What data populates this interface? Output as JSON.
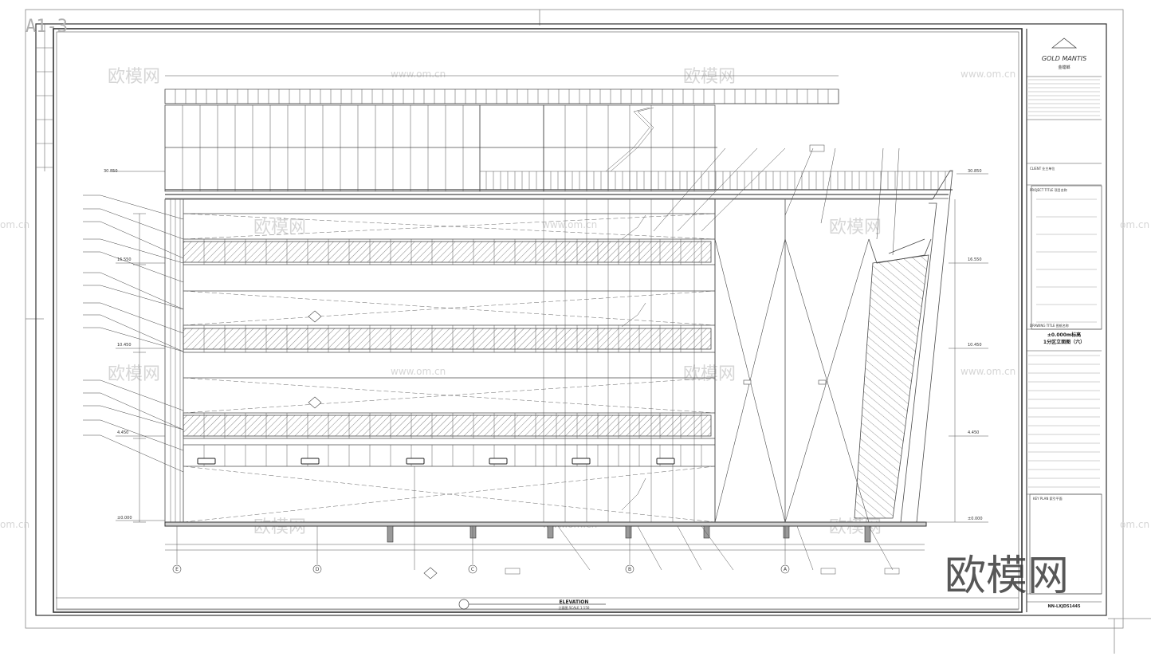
{
  "sheet": {
    "corner_label": "A1-3",
    "drawing_caption": "ELEVATION",
    "drawing_caption_sub": "立面图 SCALE 1:150",
    "sheet_number": "NN-LXJD51445"
  },
  "title_block": {
    "company_logo_text": "GOLD MANTIS",
    "company_name_cn": "金螳螂",
    "client_label": "CLIENT 业主单位",
    "project_label": "PROJECT TITLE 项目名称",
    "drawing_title_label": "DRAWING TITLE 图纸名称",
    "drawing_title_line1": "±0.000m标高",
    "drawing_title_line2": "1分区立面图（六）",
    "key_plan_label": "KEY PLAN 索引平面"
  },
  "elevations": {
    "top": "30.850",
    "upper": "16.550",
    "middle": "10.450",
    "lower": "4.450",
    "ground": "±0.000"
  },
  "axes": [
    "E",
    "D",
    "C",
    "B",
    "A"
  ],
  "watermark": {
    "brand": "欧模网",
    "url": "www.om.cn",
    "url_short": "om.cn"
  },
  "colors": {
    "line": "#4a4a4a",
    "hatch": "#6b6b6b",
    "watermark": "#d6d6d6",
    "logo_watermark": "#3a3a3a"
  }
}
